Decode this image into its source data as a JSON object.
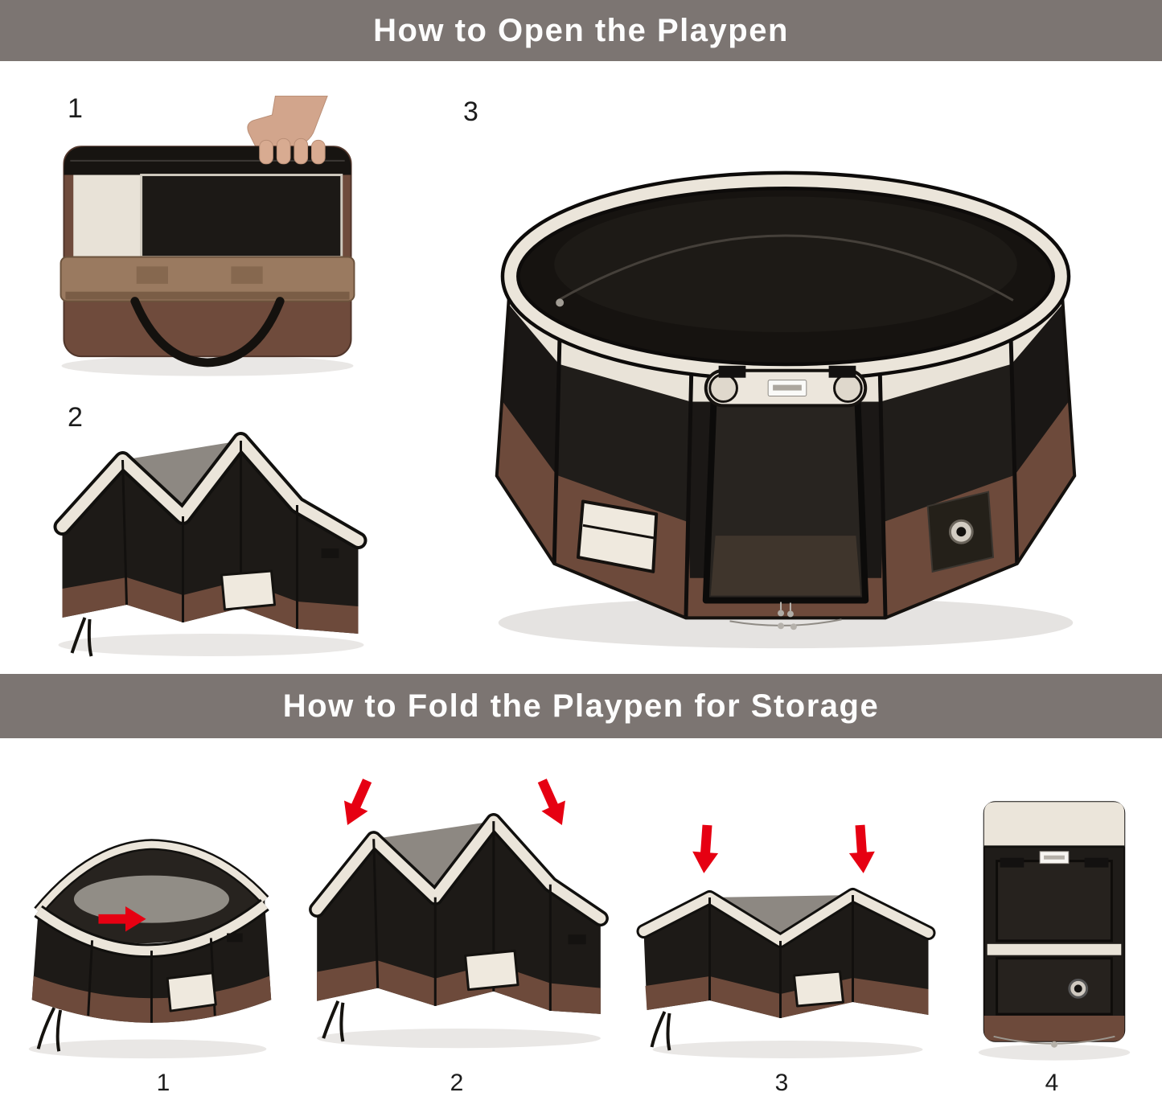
{
  "banners": {
    "open": "How to Open the Playpen",
    "fold": "How to Fold the Playpen for Storage"
  },
  "open_steps": [
    {
      "num": "1",
      "illustration": "carry-bag-with-hand"
    },
    {
      "num": "2",
      "illustration": "partially-opened-playpen"
    },
    {
      "num": "3",
      "illustration": "fully-opened-octagon-playpen"
    }
  ],
  "fold_steps": [
    {
      "num": "1",
      "illustration": "push-panel-inward-red-arrow"
    },
    {
      "num": "2",
      "illustration": "collapse-star-shape-two-arrows"
    },
    {
      "num": "3",
      "illustration": "press-down-flat-two-arrows"
    },
    {
      "num": "4",
      "illustration": "folded-flat-package"
    }
  ],
  "colors": {
    "banner_bg": "#7c7572",
    "banner_text": "#ffffff",
    "page_bg": "#ffffff",
    "number_text": "#1c1c1c",
    "arrow_red": "#e60012",
    "fabric_brown": "#6d4a3b",
    "fabric_cream": "#ebe5da",
    "mesh_black": "#1d1a17",
    "strap_tan": "#9a7a60"
  }
}
